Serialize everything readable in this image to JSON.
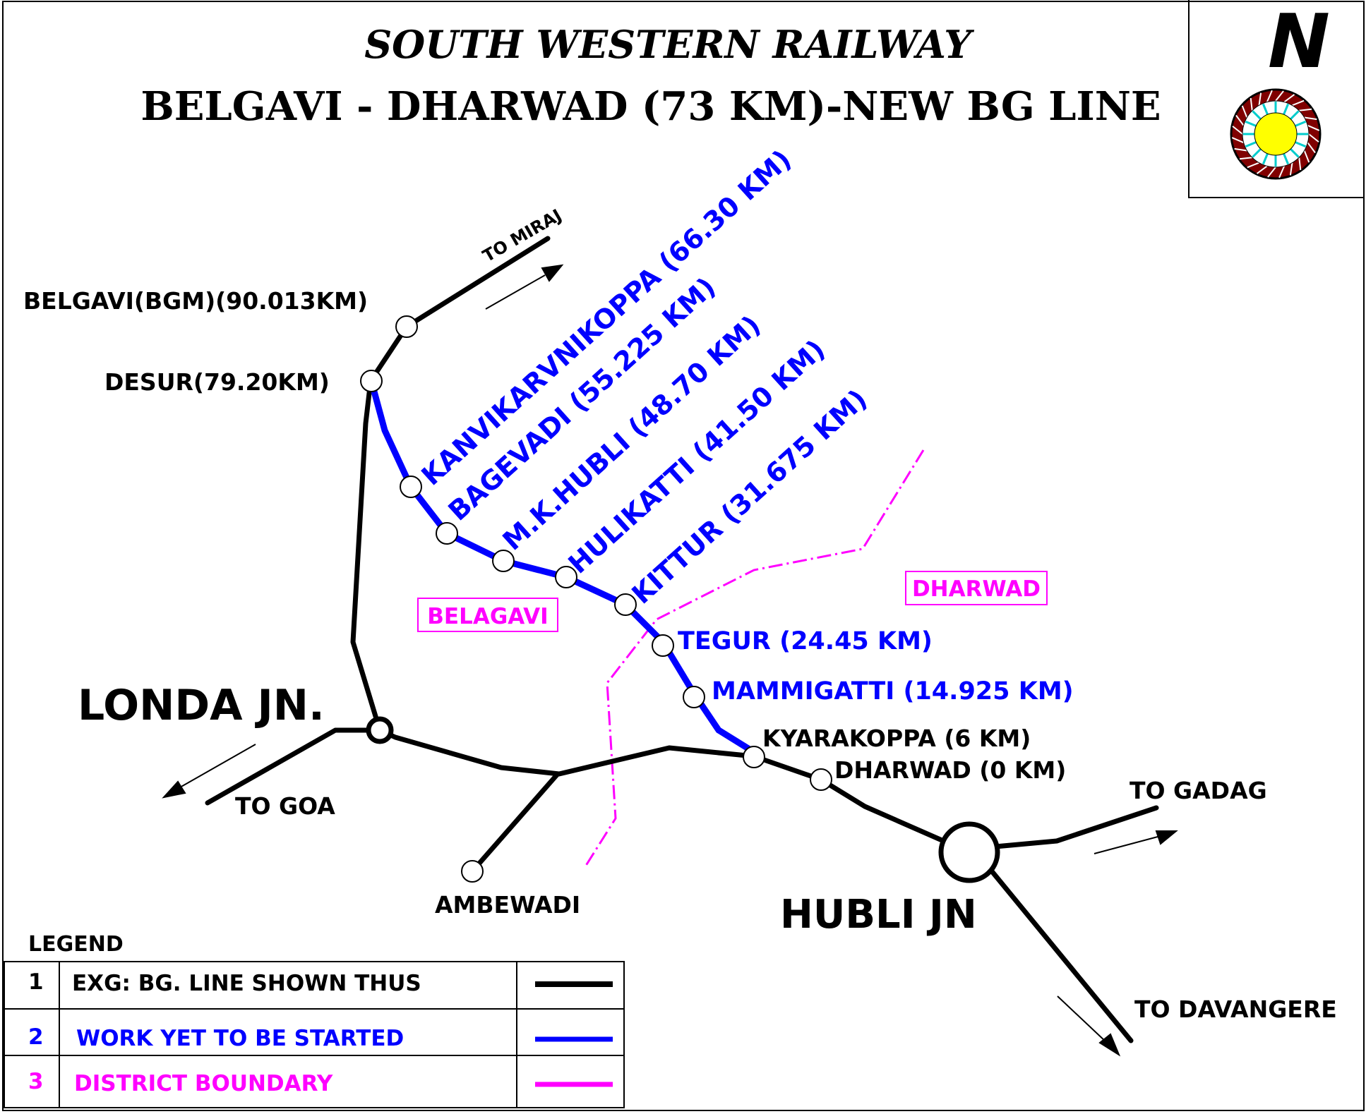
{
  "header": {
    "railway": "SOUTH WESTERN RAILWAY",
    "project": "BELGAVI - DHARWAD (73 KM)-NEW BG LINE"
  },
  "north_arrow": {
    "letter": "N",
    "icon": "compass-wheel-icon"
  },
  "colors": {
    "existing_line": "#000000",
    "new_line": "#0000ff",
    "district_boundary": "#ff00ff",
    "compass_sun": "#ffff00",
    "compass_rays": "#00ffff",
    "compass_wheel": "#800000"
  },
  "existing_stations": {
    "belgavi": "BELGAVI(BGM)(90.013KM)",
    "desur": "DESUR(79.20KM)",
    "kyarakoppa": "KYARAKOPPA (6 KM)",
    "dharwad": "DHARWAD (0 KM)",
    "ambewadi": "AMBEWADI"
  },
  "junctions": {
    "londa": "LONDA JN.",
    "hubli": "HUBLI JN"
  },
  "new_stations": {
    "kanvikarvnikoppa": "KANVIKARVNIKOPPA (66.30 KM)",
    "bagevadi": "BAGEVADI (55.225 KM)",
    "mk_hubli": "M.K.HUBLI (48.70 KM)",
    "hulikatti": "HULIKATTI (41.50 KM)",
    "kittur": "KITTUR (31.675 KM)",
    "tegur": "TEGUR (24.45 KM)",
    "mammigatti": "MAMMIGATTI (14.925 KM)"
  },
  "directions": {
    "miraj": "TO MIRAJ",
    "goa": "TO GOA",
    "gadag": "TO GADAG",
    "davangere": "TO DAVANGERE"
  },
  "districts": {
    "belagavi": "BELAGAVI",
    "dharwad": "DHARWAD"
  },
  "legend": {
    "title": "LEGEND",
    "rows": [
      {
        "num": "1",
        "label": "EXG:  BG. LINE SHOWN THUS"
      },
      {
        "num": "2",
        "label": "WORK YET TO BE STARTED"
      },
      {
        "num": "3",
        "label": "DISTRICT BOUNDARY"
      }
    ]
  }
}
